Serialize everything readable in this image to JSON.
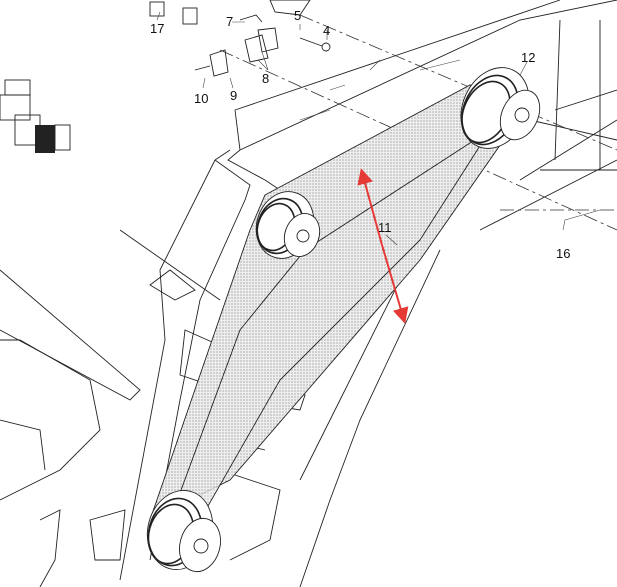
{
  "diagram": {
    "callouts": [
      {
        "id": "17",
        "text": "17"
      },
      {
        "id": "7",
        "text": "7"
      },
      {
        "id": "5",
        "text": "5"
      },
      {
        "id": "4",
        "text": "4"
      },
      {
        "id": "8",
        "text": "8"
      },
      {
        "id": "10",
        "text": "10"
      },
      {
        "id": "9",
        "text": "9"
      },
      {
        "id": "12",
        "text": "12"
      },
      {
        "id": "11",
        "text": "11"
      },
      {
        "id": "16",
        "text": "16"
      }
    ],
    "arrow_color": "#e53935",
    "belt_color": "#c8c8c8"
  }
}
